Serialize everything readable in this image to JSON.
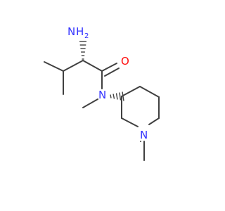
{
  "molecule": {
    "atoms": {
      "amine_n": "N",
      "amine_h": "H",
      "amine_h_count": "2",
      "carbonyl_o": "O",
      "amide_n": "N",
      "ring_n": "N"
    },
    "colors": {
      "bond": "#404040",
      "nitrogen": "#3333ff",
      "oxygen": "#ff0d0d"
    }
  }
}
